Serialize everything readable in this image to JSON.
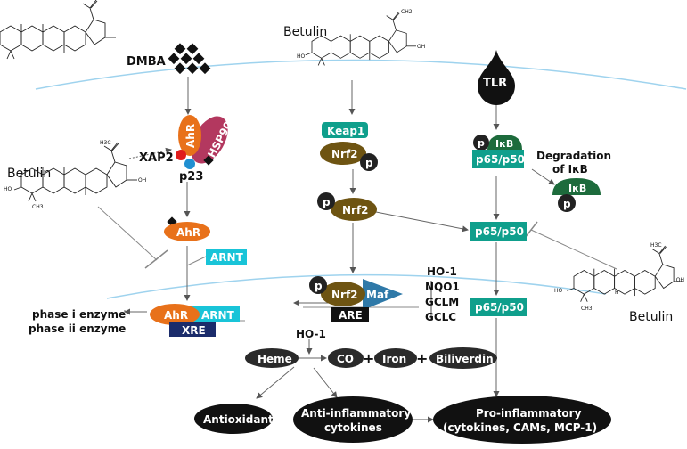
{
  "labels": {
    "dmba": "DMBA",
    "betulin_top": "Betulin",
    "betulin_left": "Betulin",
    "betulin_right": "Betulin",
    "tlr": "TLR",
    "ahr_top": "AhR",
    "hsp90": "HSP90",
    "xap2": "XAP2",
    "p23": "p23",
    "ahr_mid": "AhR",
    "arnt_mid": "ARNT",
    "ahr_bottom": "AhR",
    "arnt_bottom": "ARNT",
    "xre": "XRE",
    "phase_i": "phase i enzyme",
    "phase_ii": "phase ii enzyme",
    "keap1": "Keap1",
    "nrf2_top": "Nrf2",
    "p_nrf2_top": "p",
    "p_nrf2_mid": "p",
    "nrf2_mid": "Nrf2",
    "p_nrf2_are": "p",
    "nrf2_are": "Nrf2",
    "maf": "Maf",
    "are": "ARE",
    "ho1_list": "HO-1",
    "nqo1": "NQO1",
    "gclm": "GCLM",
    "gclc": "GCLC",
    "p_ikb": "p",
    "ikb": "IκB",
    "p65p50_top": "p65/p50",
    "degradation_line1": "Degradation",
    "degradation_line2": "of IκB",
    "ikb_deg": "IκB",
    "p_deg": "p",
    "p65p50_mid": "p65/p50",
    "p65p50_bottom": "p65/p50",
    "ho1_small": "HO-1",
    "heme": "Heme",
    "co": "CO",
    "plus1": "+",
    "iron": "Iron",
    "plus2": "+",
    "biliverdin": "Biliverdin",
    "antioxidant": "Antioxidant",
    "antiinflam_line1": "Anti-inflammatory",
    "antiinflam_line2": "cytokines",
    "proinflam_line1": "Pro-inflammatory",
    "proinflam_line2": "(cytokines, CAMs, MCP-1)",
    "ch3": "CH3",
    "h3c": "H3C",
    "ho": "HO",
    "oh": "OH",
    "ch2": "CH2",
    "h": "H"
  },
  "colors": {
    "ahr_orange": "#e8711a",
    "hsp90_red": "#b3385f",
    "xap2_red": "#e01c1c",
    "p23_blue": "#1f8fd1",
    "arnt_cyan": "#19c4d8",
    "xre_navy": "#1b2c6b",
    "teal": "#0f9f8c",
    "nrf2_brown": "#6e5412",
    "maf_blue": "#2f79a8",
    "ikb_green": "#1d6b3c",
    "black": "#111111",
    "membrane": "#9fd3ee"
  },
  "icons": [
    "diamond-cluster-icon",
    "tlr-drop-icon",
    "betulin-structure-icon"
  ]
}
